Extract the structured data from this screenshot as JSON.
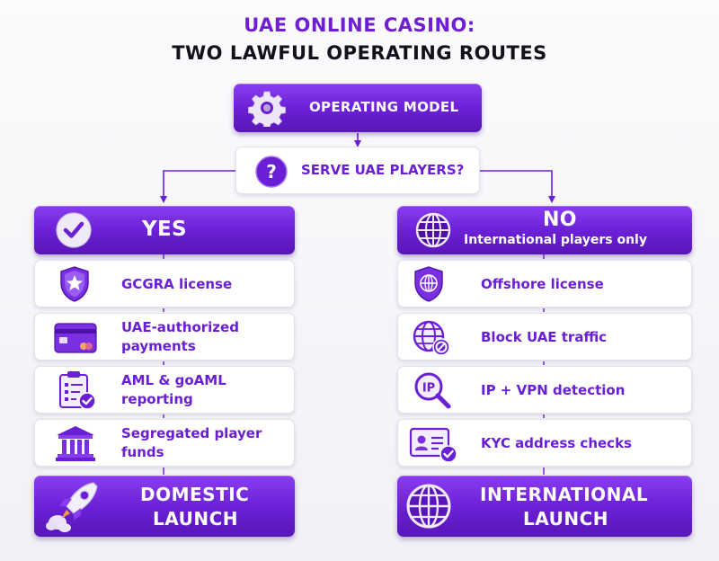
{
  "title": {
    "line1": "UAE ONLINE CASINO:",
    "line2": "TWO LAWFUL OPERATING ROUTES"
  },
  "root": {
    "label": "OPERATING MODEL",
    "icon": "gear-icon"
  },
  "question": {
    "label": "SERVE UAE PLAYERS?",
    "icon": "question-icon"
  },
  "yes_branch": {
    "label": "YES",
    "icon": "checkmark-icon",
    "steps": [
      {
        "label": "GCGRA license",
        "icon": "shield-star-icon"
      },
      {
        "label": "UAE-authorized payments",
        "icon": "credit-card-icon"
      },
      {
        "label": "AML & goAML reporting",
        "icon": "clipboard-check-icon"
      },
      {
        "label": "Segregated player funds",
        "icon": "bank-icon"
      }
    ],
    "outcome": {
      "label_line1": "DOMESTIC",
      "label_line2": "LAUNCH",
      "icon": "rocket-icon"
    }
  },
  "no_branch": {
    "label": "NO",
    "sublabel": "International players only",
    "icon": "globe-icon",
    "steps": [
      {
        "label": "Offshore license",
        "icon": "shield-globe-icon"
      },
      {
        "label": "Block UAE traffic",
        "icon": "globe-blocked-icon"
      },
      {
        "label": "IP + VPN detection",
        "icon": "ip-search-icon"
      },
      {
        "label": "KYC address checks",
        "icon": "id-card-check-icon"
      }
    ],
    "outcome": {
      "label_line1": "INTERNATIONAL",
      "label_line2": "LAUNCH",
      "icon": "globe-icon"
    }
  },
  "colors": {
    "accent": "#6a1fd4",
    "accent_light": "#8a3cf0",
    "title_purple": "#6f1fd1",
    "connector": "#6a1fd4"
  }
}
